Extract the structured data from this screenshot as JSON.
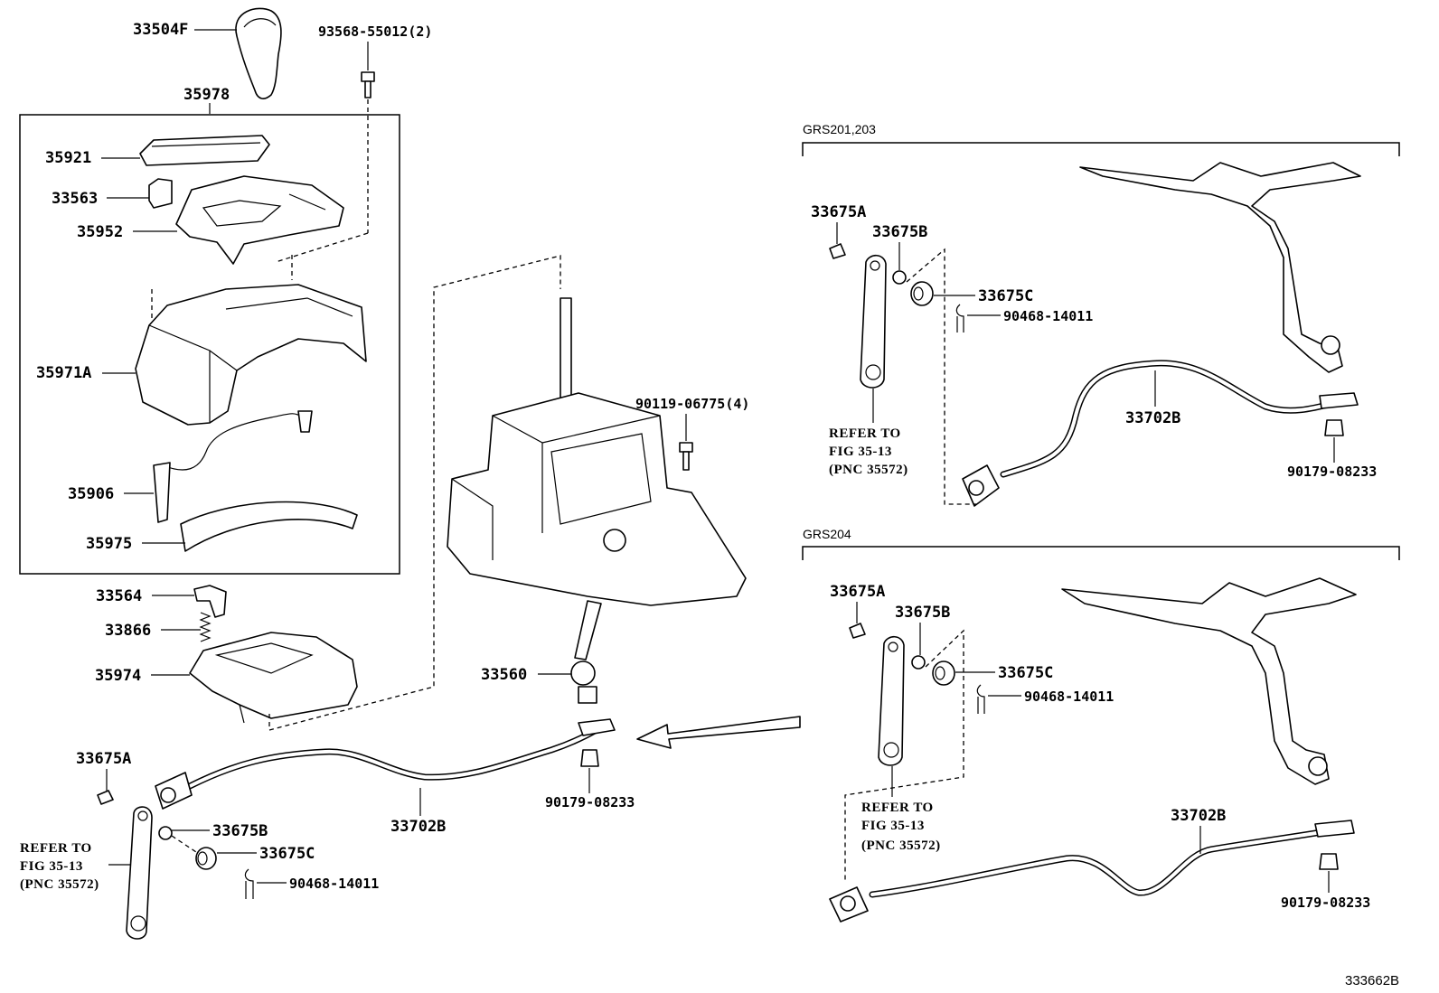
{
  "groups": {
    "grs201": "GRS201,203",
    "grs204": "GRS204"
  },
  "labels": {
    "p33504F": "33504F",
    "p93568": "93568-55012(2)",
    "p35978": "35978",
    "p35921": "35921",
    "p33563": "33563",
    "p35952": "35952",
    "p35971A": "35971A",
    "p35906": "35906",
    "p35975": "35975",
    "p33564": "33564",
    "p33866": "33866",
    "p35974": "35974",
    "p33675A_main": "33675A",
    "p33675B_main": "33675B",
    "p33675C_main": "33675C",
    "p90468_main": "90468-14011",
    "p33702B_main": "33702B",
    "p90179_main": "90179-08233",
    "p33560": "33560",
    "p90119": "90119-06775(4)",
    "p33675A_a": "33675A",
    "p33675B_a": "33675B",
    "p33675C_a": "33675C",
    "p90468_a": "90468-14011",
    "p33702B_a": "33702B",
    "p90179_a": "90179-08233",
    "p33675A_b": "33675A",
    "p33675B_b": "33675B",
    "p33675C_b": "33675C",
    "p90468_b": "90468-14011",
    "p33702B_b": "33702B",
    "p90179_b": "90179-08233"
  },
  "refs": {
    "main": [
      "REFER TO",
      "FIG 35-13",
      "(PNC 35572)"
    ],
    "a": [
      "REFER TO",
      "FIG 35-13",
      "(PNC 35572)"
    ],
    "b": [
      "REFER TO",
      "FIG 35-13",
      "(PNC 35572)"
    ]
  },
  "diagram_id": "333662B"
}
